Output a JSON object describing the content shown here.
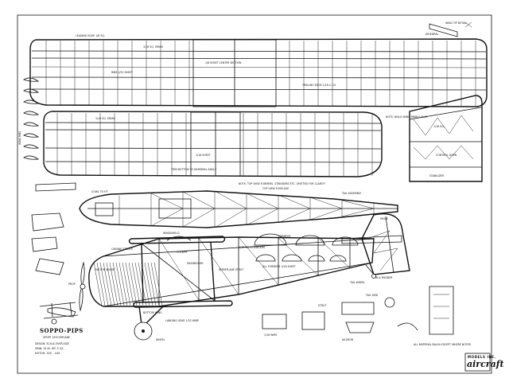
{
  "plan": {
    "model_name": "SOPPO-PIPS",
    "model_subtitle": "SPORT 1920 BIPLANE",
    "specs": [
      "DESIGN: SCALE-OVER-SIZE",
      "SPAN: 34 IN.  WT: 5 OZ.",
      "MOTOR: .020 - .049"
    ],
    "magazine_logo": "aircraft",
    "magazine_sub": "MODELS INC."
  },
  "labels": {
    "top_wing_top": "1/16 SQ. SPARS",
    "top_wing_le": "LEADING EDGE 1/8 SQ.",
    "top_wing_te": "TRAILING EDGE 1/16 x 1/4",
    "top_wing_rib": "RIBS 1/32 SHEET",
    "top_wing_center": "1/8 SHEET CENTER SECTION",
    "top_wing_dihedral": "DIHEDRAL",
    "bottom_wing_top": "1/16 SQ. SPARS",
    "bottom_wing_center": "1/16 SHEET",
    "bottom_wing_note": "TRIM BOTTOM TO DIHEDRAL ANGLE",
    "wing_tip_note": "WING TIP DETAIL",
    "wing_panel_note": "NOTE: BUILD WING PANELS FLAT",
    "stab_label": "1/16 SQ.",
    "stab_note": "STABILIZER",
    "fin_note": "CONTROL HORN",
    "fin_label": "FIN & RUDDER",
    "fuselage_top": "TOP VIEW FUSELAGE",
    "fuselage_note": "NOTE: TOP VIEW FORMERS, STRINGERS ETC. OMITTED FOR CLARITY",
    "cowl": "COWL TO FIT",
    "side_note": "1/16 SQ. STRINGERS",
    "formers": "ALL FORMERS 1/16 SHEET",
    "cockpit": "COCKPIT",
    "dashboard": "DASHBOARD",
    "wheel": "WHEEL",
    "gear": "LANDING GEAR 1/32 WIRE",
    "tail_skid": "TAIL SKID",
    "bottom_wing_pos": "BOTTOM WING",
    "strut": "STRUT",
    "cabane": "CABANE STRUTS",
    "tail_wheel": "TAIL WHEEL",
    "prop": "PROP",
    "windshield": "WINDSHIELD",
    "motor_mount": "MOTOR MOUNT",
    "wire_gear": "1/16 WIRE",
    "formers_title": "FORMERS",
    "interplane": "INTERPLANE STRUT",
    "tail_assy": "TAIL ASSEMBLY",
    "hinge": "HINGE",
    "ribs_title": "WING RIBS",
    "aileron": "AILERON",
    "plan_note": "ALL MATERIAL BALSA EXCEPT WHERE NOTED"
  },
  "icon_names": [
    "aircraft-logo-icon",
    "biplane-sketch-icon"
  ]
}
